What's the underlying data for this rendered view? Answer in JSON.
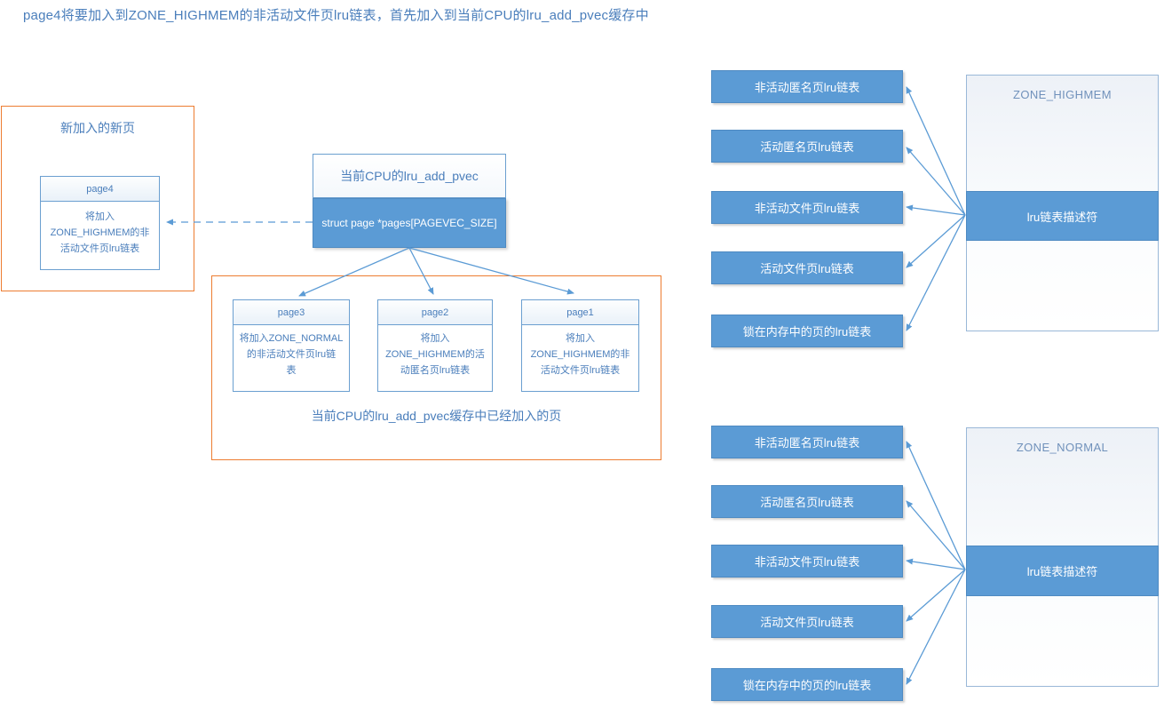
{
  "title": "page4将要加入到ZONE_HIGHMEM的非活动文件页lru链表，首先加入到当前CPU的lru_add_pvec缓存中",
  "colors": {
    "accent_blue": "#5B9BD5",
    "text_blue": "#4a7ebb",
    "frame_orange": "#ED7D31",
    "bar_text": "#ffffff"
  },
  "new_page_group": {
    "label": "新加入的新页",
    "page": {
      "name": "page4",
      "note": "将加入\nZONE_HIGHMEM的非\n活动文件页lru链表"
    }
  },
  "pvec_box": {
    "title": "当前CPU的lru_add_pvec",
    "field": "struct page *pages[PAGEVEC_SIZE]"
  },
  "cached_pages_group": {
    "caption": "当前CPU的lru_add_pvec缓存中已经加入的页",
    "pages": [
      {
        "name": "page3",
        "note": "将加入ZONE_NORMAL\n的非活动文件页lru链\n表"
      },
      {
        "name": "page2",
        "note": "将加入\nZONE_HIGHMEM的活\n动匿名页lru链表"
      },
      {
        "name": "page1",
        "note": "将加入\nZONE_HIGHMEM的非\n活动文件页lru链表"
      }
    ]
  },
  "lru_lists": [
    "非活动匿名页lru链表",
    "活动匿名页lru链表",
    "非活动文件页lru链表",
    "活动文件页lru链表",
    "锁在内存中的页的lru链表"
  ],
  "zones": [
    {
      "name": "ZONE_HIGHMEM",
      "descriptor": "lru链表描述符"
    },
    {
      "name": "ZONE_NORMAL",
      "descriptor": "lru链表描述符"
    }
  ]
}
